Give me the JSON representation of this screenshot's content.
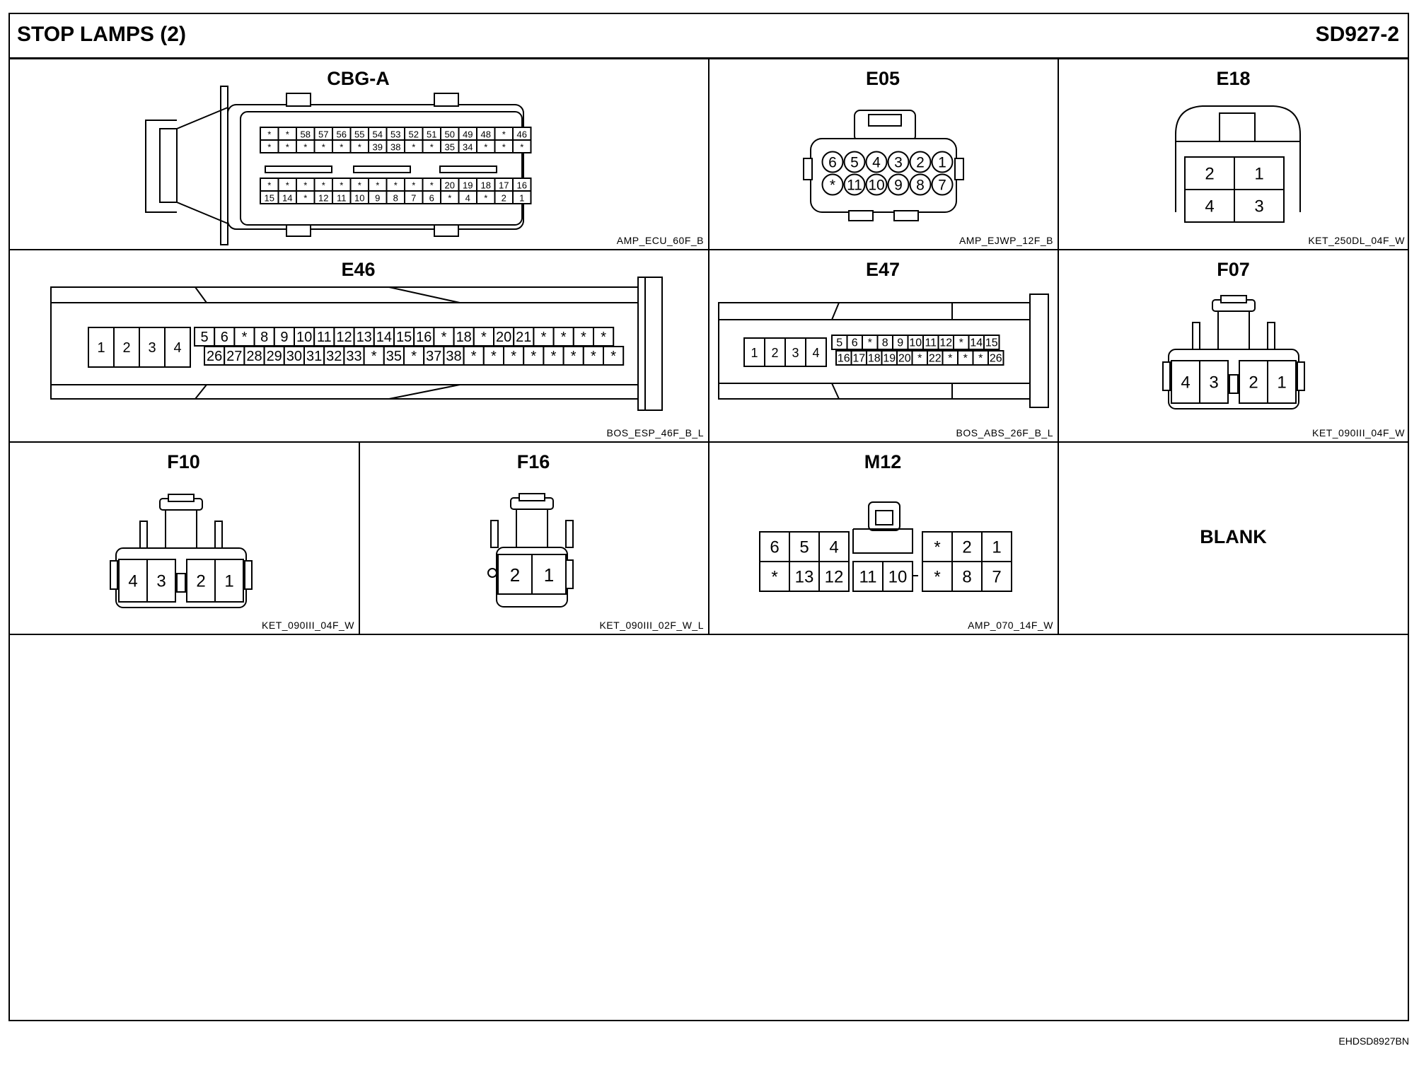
{
  "header": {
    "title": "STOP LAMPS (2)",
    "page_id": "SD927-2"
  },
  "connectors": {
    "cbga": {
      "title": "CBG-A",
      "code": "AMP_ECU_60F_B",
      "rows": [
        [
          "*",
          "*",
          "58",
          "57",
          "56",
          "55",
          "54",
          "53",
          "52",
          "51",
          "50",
          "49",
          "48",
          "*",
          "46"
        ],
        [
          "*",
          "*",
          "*",
          "*",
          "*",
          "*",
          "39",
          "38",
          "*",
          "*",
          "35",
          "34",
          "*",
          "*",
          "*"
        ],
        [
          "*",
          "*",
          "*",
          "*",
          "*",
          "*",
          "*",
          "*",
          "*",
          "*",
          "20",
          "19",
          "18",
          "17",
          "16"
        ],
        [
          "15",
          "14",
          "*",
          "12",
          "11",
          "10",
          "9",
          "8",
          "7",
          "6",
          "*",
          "4",
          "*",
          "2",
          "1"
        ]
      ]
    },
    "e05": {
      "title": "E05",
      "code": "AMP_EJWP_12F_B",
      "rows": [
        [
          "6",
          "5",
          "4",
          "3",
          "2",
          "1"
        ],
        [
          "*",
          "11",
          "10",
          "9",
          "8",
          "7"
        ]
      ]
    },
    "e18": {
      "title": "E18",
      "code": "KET_250DL_04F_W",
      "rows": [
        [
          "2",
          "1"
        ],
        [
          "4",
          "3"
        ]
      ]
    },
    "e46": {
      "title": "E46",
      "code": "BOS_ESP_46F_B_L",
      "left_block": [
        "1",
        "2",
        "3",
        "4"
      ],
      "rows": [
        [
          "5",
          "6",
          "*",
          "8",
          "9",
          "10",
          "11",
          "12",
          "13",
          "14",
          "15",
          "16",
          "*",
          "18",
          "*",
          "20",
          "21",
          "*",
          "*",
          "*",
          "*"
        ],
        [
          "26",
          "27",
          "28",
          "29",
          "30",
          "31",
          "32",
          "33",
          "*",
          "35",
          "*",
          "37",
          "38",
          "*",
          "*",
          "*",
          "*",
          "*",
          "*",
          "*",
          "*"
        ]
      ]
    },
    "e47": {
      "title": "E47",
      "code": "BOS_ABS_26F_B_L",
      "left_block": [
        "1",
        "2",
        "3",
        "4"
      ],
      "rows": [
        [
          "5",
          "6",
          "*",
          "8",
          "9",
          "10",
          "11",
          "12",
          "*",
          "14",
          "15"
        ],
        [
          "16",
          "17",
          "18",
          "19",
          "20",
          "*",
          "22",
          "*",
          "*",
          "*",
          "26"
        ]
      ]
    },
    "f07": {
      "title": "F07",
      "code": "KET_090III_04F_W",
      "pins": [
        "4",
        "3",
        "2",
        "1"
      ]
    },
    "f10": {
      "title": "F10",
      "code": "KET_090III_04F_W",
      "pins": [
        "4",
        "3",
        "2",
        "1"
      ]
    },
    "f16": {
      "title": "F16",
      "code": "KET_090III_02F_W_L",
      "pins": [
        "2",
        "1"
      ]
    },
    "m12": {
      "title": "M12",
      "code": "AMP_070_14F_W",
      "top_left": [
        "6",
        "5",
        "4"
      ],
      "top_right": [
        "*",
        "2",
        "1"
      ],
      "bottom": [
        "*",
        "13",
        "12",
        "11",
        "10",
        "*",
        "8",
        "7"
      ]
    },
    "blank": {
      "title": "BLANK"
    }
  },
  "footer": {
    "doc_id": "EHDSD8927BN"
  }
}
